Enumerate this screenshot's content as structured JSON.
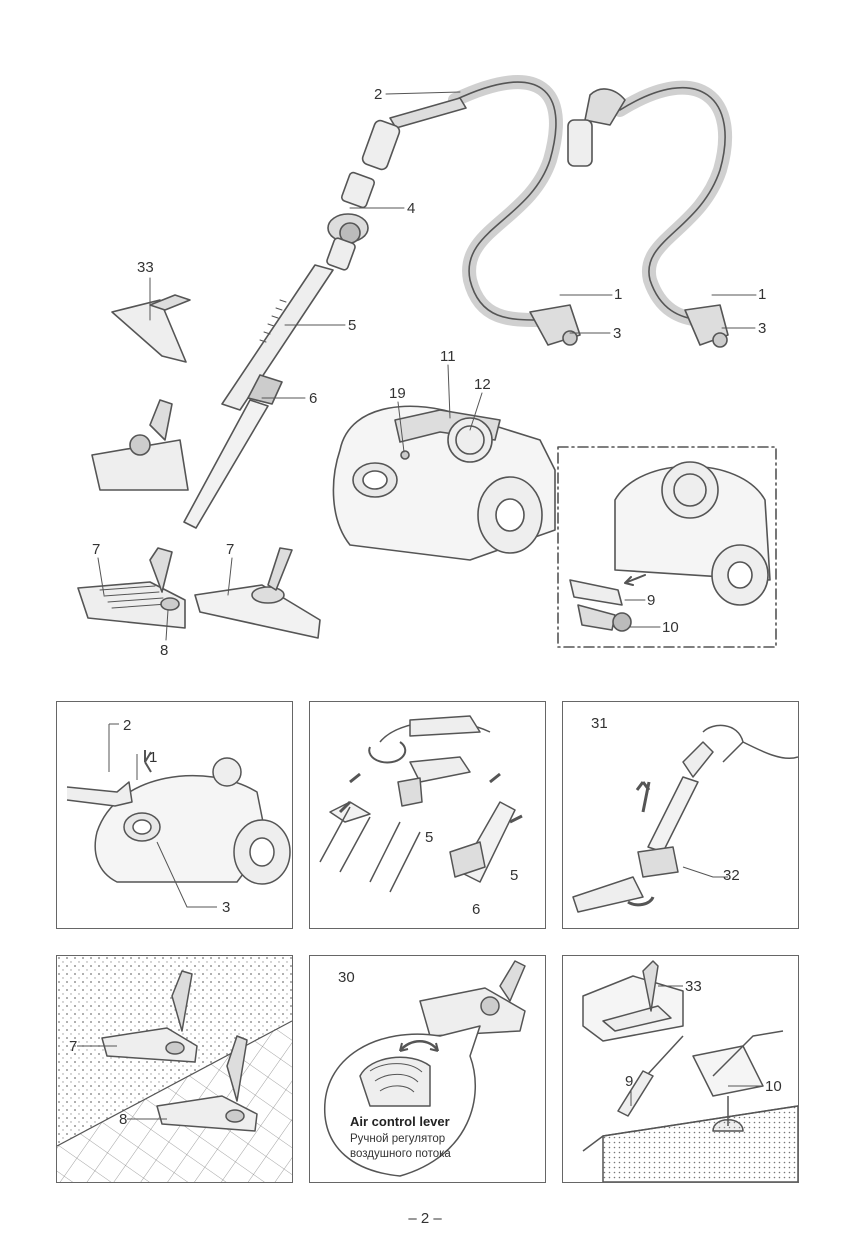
{
  "overview": {
    "labels": {
      "hose_handle": "2",
      "hose_connector_a": "1",
      "hose_connector_b": "1",
      "hose_release_a": "3",
      "hose_release_b": "3",
      "pipe_joint": "4",
      "crevice_tool": "33",
      "telescopic_tube": "5",
      "tube_slider": "6",
      "floor_nozzle_a": "7",
      "floor_nozzle_b": "7",
      "nozzle_pedal": "8",
      "body_top": "11",
      "body_dial": "12",
      "body_indicator": "19",
      "inset_tool_a": "9",
      "inset_tool_b": "10"
    }
  },
  "panels": {
    "hose_attach": {
      "label_2": "2",
      "label_1": "1",
      "label_3": "3"
    },
    "tube_assembly": {
      "label_5a": "5",
      "label_5b": "5",
      "label_6": "6"
    },
    "carry_handle": {
      "number": "31",
      "label_32": "32"
    },
    "floor_nozzle": {
      "label_7": "7",
      "label_8": "8"
    },
    "air_control": {
      "number": "30",
      "caption_en": "Air control lever",
      "caption_ru_1": "Ручной регулятор",
      "caption_ru_2": "воздушного потока"
    },
    "tools_use": {
      "label_33": "33",
      "label_9": "9",
      "label_10": "10"
    }
  },
  "footer": {
    "page_number": "– 2 –"
  }
}
